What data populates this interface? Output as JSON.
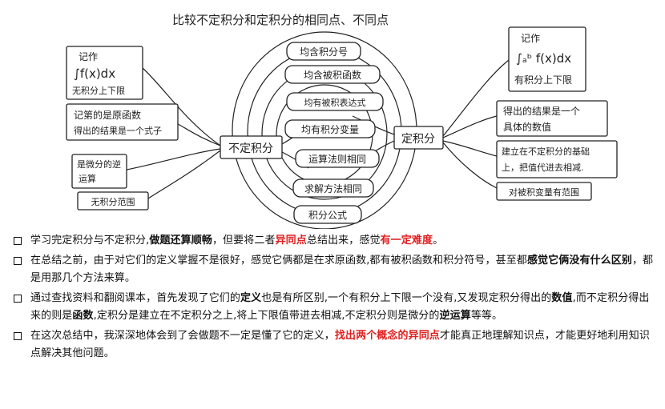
{
  "diagram": {
    "title": "比较不定积分和定积分的相同点、不同点",
    "center_left": "不定积分",
    "center_right": "定积分",
    "common": [
      "均含积分号",
      "均含被积函数",
      "均有被积表达式",
      "均有积分变量",
      "运算法则相同",
      "求解方法相同",
      "积分公式"
    ],
    "left": {
      "notation_label": "记作",
      "notation_formula": "∫f(x)dx",
      "notation_note": "无积分上下限",
      "result_line1": "记第的是原函数",
      "result_line2": "得出的结果是一个式子",
      "inverse_line1": "是微分的逆",
      "inverse_line2": "运算",
      "range": "无积分范围"
    },
    "right": {
      "notation_label": "记作",
      "notation_formula": "∫ₐᵇ f(x)dx",
      "notation_note": "有积分上下限",
      "result_line1": "得出的结果是一个",
      "result_line2": "具体的数值",
      "basis_line1": "建立在不定积分的基础",
      "basis_line2": "上，把值代进去相减.",
      "range": "对被积变量有范围"
    }
  },
  "summary": [
    {
      "parts": [
        {
          "t": "学习完定积分与不定积分,",
          "s": ""
        },
        {
          "t": "做题还算顺畅",
          "s": "b"
        },
        {
          "t": "，但要将二者",
          "s": ""
        },
        {
          "t": "异同点",
          "s": "red"
        },
        {
          "t": "总结出来，感觉",
          "s": ""
        },
        {
          "t": "有一定难度",
          "s": "red"
        },
        {
          "t": "。",
          "s": ""
        }
      ]
    },
    {
      "parts": [
        {
          "t": "在总结之前，由于对它们的定义掌握不是很好，感觉它俩都是在求原函数,都有被积函数和积分符号，甚至都",
          "s": ""
        },
        {
          "t": "感觉它俩没有什么区别",
          "s": "b"
        },
        {
          "t": "，都是用那几个方法来算。",
          "s": ""
        }
      ]
    },
    {
      "parts": [
        {
          "t": "通过查找资料和翻阅课本，首先发现了它们的",
          "s": ""
        },
        {
          "t": "定义",
          "s": "b"
        },
        {
          "t": "也是有所区别,一个有积分上下限一个没有,又发现定积分得出的",
          "s": ""
        },
        {
          "t": "数值",
          "s": "b"
        },
        {
          "t": ",而不定积分得出来的则是",
          "s": ""
        },
        {
          "t": "函数",
          "s": "b"
        },
        {
          "t": ",定积分是建立在不定积分之上,将上下限值带进去相减,不定积分则是微分的",
          "s": ""
        },
        {
          "t": "逆运算",
          "s": "b"
        },
        {
          "t": "等等。",
          "s": ""
        }
      ]
    },
    {
      "parts": [
        {
          "t": "在这次总结中，我深深地体会到了会做题不一定是懂了它的定义，",
          "s": ""
        },
        {
          "t": "找出两个概念的异同点",
          "s": "red"
        },
        {
          "t": "才能真正地理解知识点，才能更好地利用知识点解决其他问题。",
          "s": ""
        }
      ]
    }
  ]
}
